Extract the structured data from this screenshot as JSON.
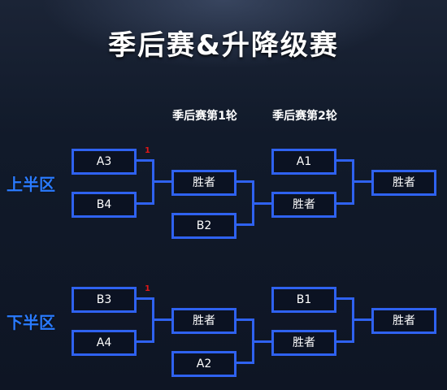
{
  "title": "季后赛&升降级赛",
  "rounds": {
    "round1": "季后赛第1轮",
    "round2": "季后赛第2轮"
  },
  "upper": {
    "label": "上半区",
    "seed_top": "A3",
    "seed_bottom": "B4",
    "mark": "1",
    "r1_winner": "胜者",
    "r1_opponent": "B2",
    "r2_seed": "A1",
    "r2_winner_in": "胜者",
    "final_winner": "胜者"
  },
  "lower": {
    "label": "下半区",
    "seed_top": "B3",
    "seed_bottom": "A4",
    "mark": "1",
    "r1_winner": "胜者",
    "r1_opponent": "A2",
    "r2_seed": "B1",
    "r2_winner_in": "胜者",
    "final_winner": "胜者"
  },
  "colors": {
    "box_border": "#2f62f0",
    "half_label": "#2a7bff",
    "mark": "#e01818"
  }
}
